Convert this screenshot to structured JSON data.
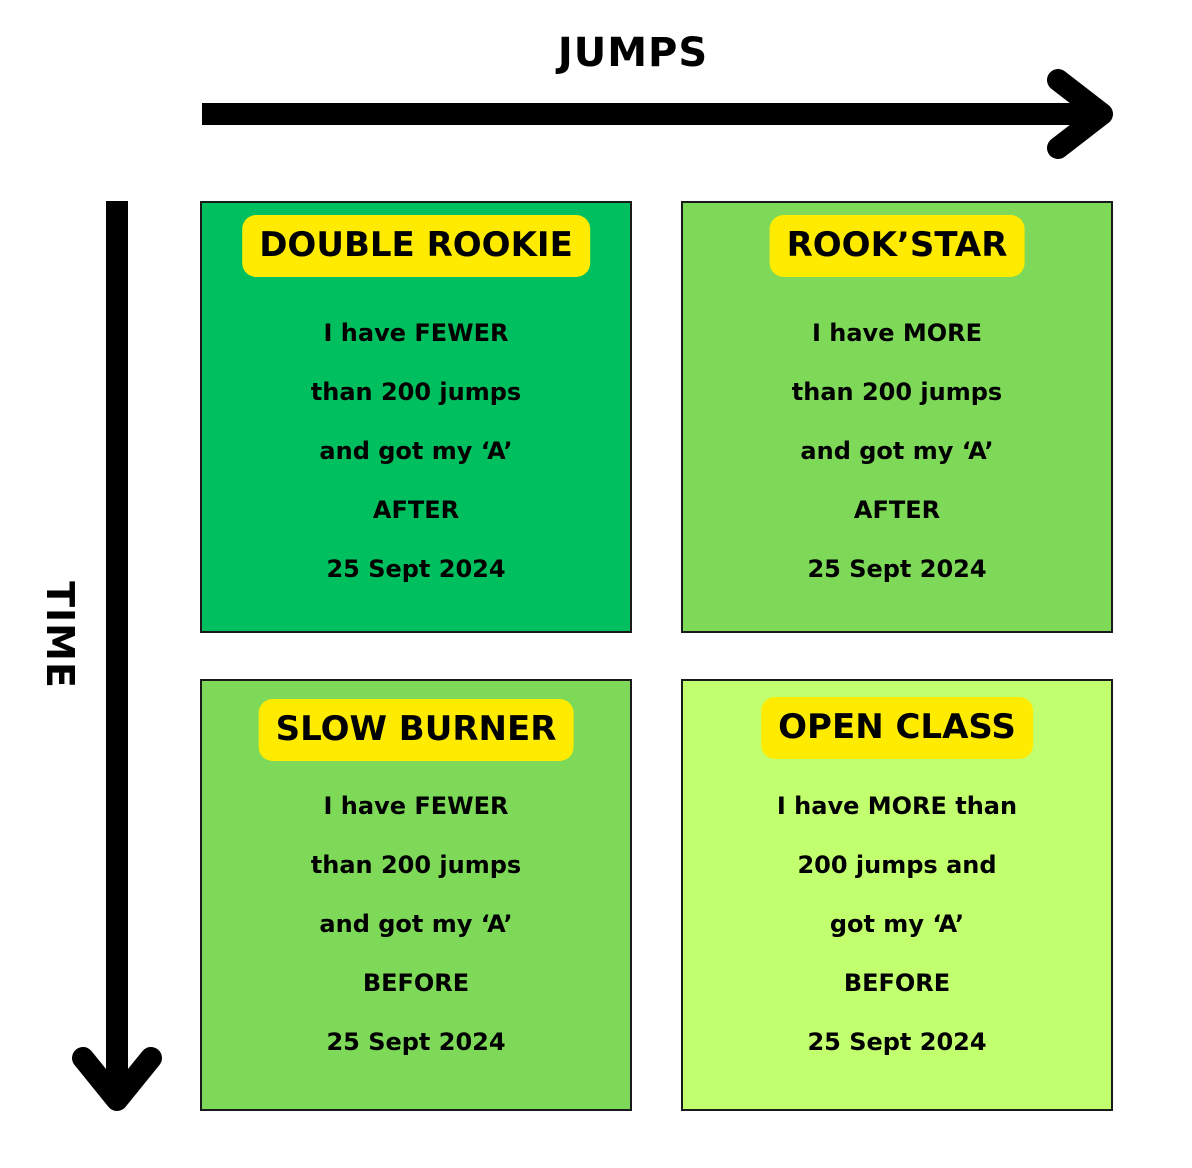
{
  "axes": {
    "x_label": "JUMPS",
    "y_label": "TIME"
  },
  "quadrants": [
    {
      "tag": "DOUBLE ROOKIE",
      "color": "#00bf5e",
      "lines": [
        "I have FEWER",
        "than 200 jumps",
        "and got my ‘A’",
        "AFTER",
        "25 Sept 2024"
      ]
    },
    {
      "tag": "ROOK’STAR",
      "color": "#7dd957",
      "lines": [
        "I have MORE",
        "than 200 jumps",
        "and got my ‘A’",
        "AFTER",
        "25 Sept 2024"
      ]
    },
    {
      "tag": "SLOW BURNER",
      "color": "#7dd957",
      "lines": [
        "I have FEWER",
        "than 200 jumps",
        "and got my ‘A’",
        "BEFORE",
        "25 Sept 2024"
      ]
    },
    {
      "tag": "OPEN CLASS",
      "color": "#c2ff6e",
      "lines": [
        "I have MORE than",
        "200 jumps and",
        "got my ‘A’",
        "BEFORE",
        "25 Sept 2024"
      ]
    }
  ]
}
